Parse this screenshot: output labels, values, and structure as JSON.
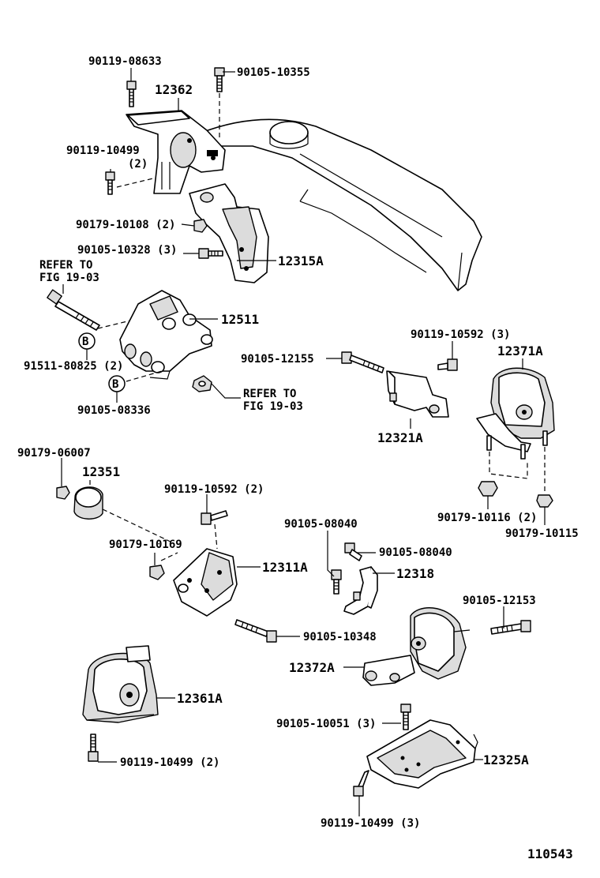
{
  "labels": {
    "p90119_08633": "90119-08633",
    "p90105_10355": "90105-10355",
    "p12362": "12362",
    "p90119_10499_a": "90119-10499",
    "p90119_10499_a_qty": "(2)",
    "p90179_10108": "90179-10108 (2)",
    "p90105_10328": "90105-10328 (3)",
    "p12315A": "12315A",
    "refer_to_1": "REFER TO",
    "fig_19_03_1": "FIG 19-03",
    "p12511": "12511",
    "p91511_80825": "91511-80825 (2)",
    "p90105_08336": "90105-08336",
    "refer_to_2": "REFER TO",
    "fig_19_03_2": "FIG 19-03",
    "marker_b_1": "B",
    "marker_b_2": "B",
    "p90119_10592_a": "90119-10592 (3)",
    "p12371A": "12371A",
    "p90105_12155": "90105-12155",
    "p12321A": "12321A",
    "p90179_10116": "90179-10116 (2)",
    "p90179_10115": "90179-10115",
    "p90179_06007": "90179-06007",
    "p12351": "12351",
    "p90119_10592_b": "90119-10592 (2)",
    "p90105_08040_a": "90105-08040",
    "p90105_08040_b": "90105-08040",
    "p90179_10169": "90179-10169",
    "p12311A": "12311A",
    "p12318": "12318",
    "p90105_12153": "90105-12153",
    "p90105_10348": "90105-10348",
    "p12372A": "12372A",
    "p12361A": "12361A",
    "p90105_10051": "90105-10051 (3)",
    "p12325A": "12325A",
    "p90119_10499_b": "90119-10499 (2)",
    "p90119_10499_c": "90119-10499 (3)",
    "figure_number": "110543"
  }
}
